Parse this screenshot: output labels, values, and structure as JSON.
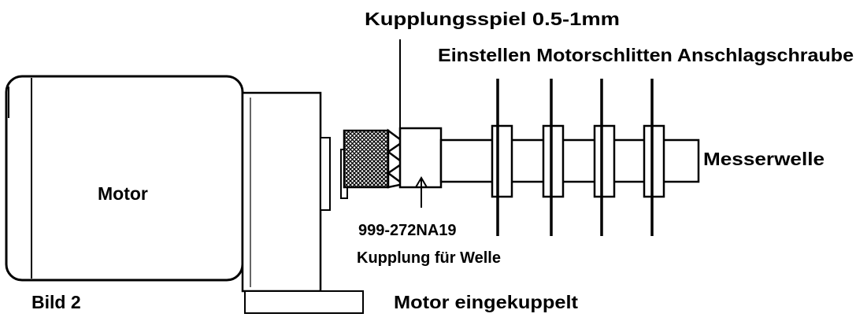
{
  "labels": {
    "coupling_play": "Kupplungsspiel 0.5-1mm",
    "adjust_screw": "Einstellen Motorschlitten Anschlagschraube",
    "motor": "Motor",
    "knife_shaft": "Messerwelle",
    "part_number": "999-272NA19",
    "coupling_for_shaft": "Kupplung für Welle",
    "figure": "Bild 2",
    "motor_engaged": "Motor eingekuppelt"
  },
  "colors": {
    "ink": "#000000",
    "paper": "#ffffff"
  }
}
